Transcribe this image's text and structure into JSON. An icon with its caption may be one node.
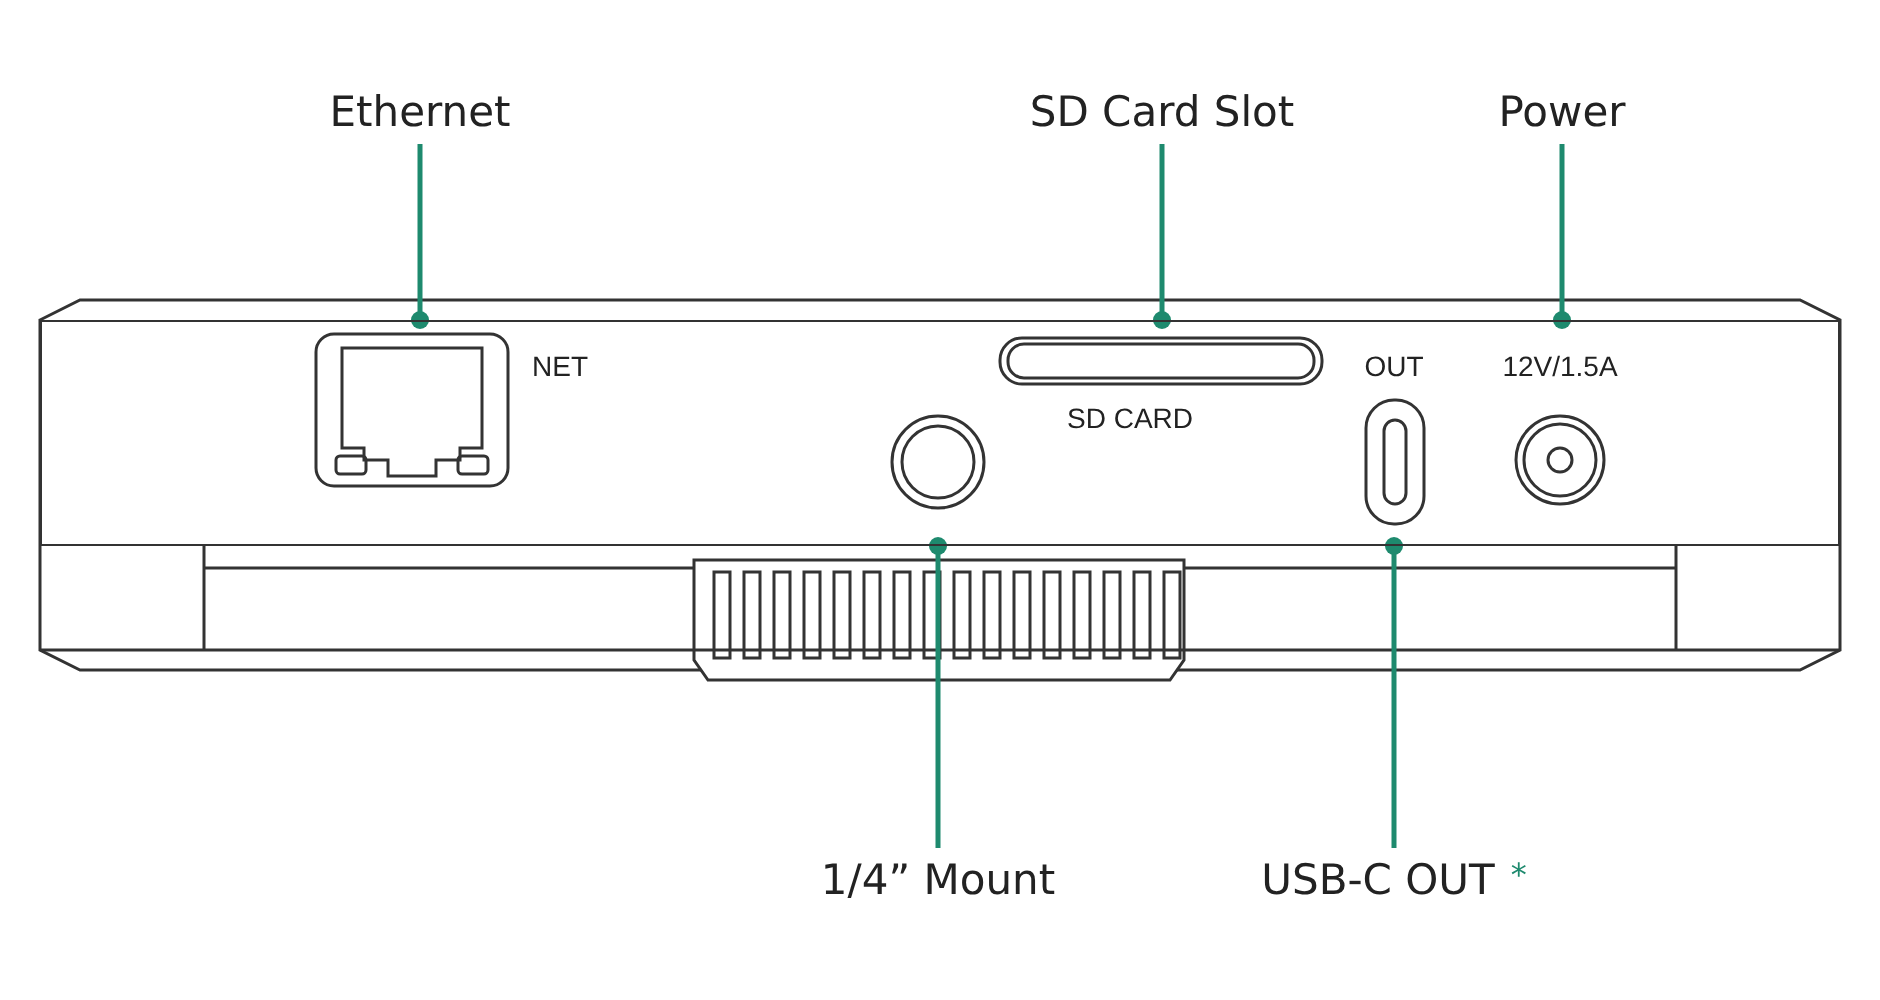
{
  "diagram": {
    "nodes": [
      {
        "text": [
          "Ethernet"
        ]
      },
      {
        "text": [
          "SD Card Slot"
        ]
      },
      {
        "text": [
          "Power"
        ]
      },
      {
        "text": [
          "1/4” Mount"
        ]
      },
      {
        "text": [
          "USB-C OUT",
          "*"
        ]
      },
      {
        "text": [],
        "shape": "box"
      }
    ],
    "edges": [
      {
        "from": 0,
        "to": 5,
        "arrow": "other"
      },
      {
        "from": 1,
        "to": 5,
        "arrow": "other"
      },
      {
        "from": 2,
        "to": 5,
        "arrow": "other"
      },
      {
        "from": 3,
        "to": 5,
        "arrow": "other"
      },
      {
        "from": 4,
        "to": 5,
        "arrow": "other"
      }
    ],
    "labels": [
      "NET",
      "SD CARD",
      "OUT",
      "12V/1.5A"
    ]
  }
}
